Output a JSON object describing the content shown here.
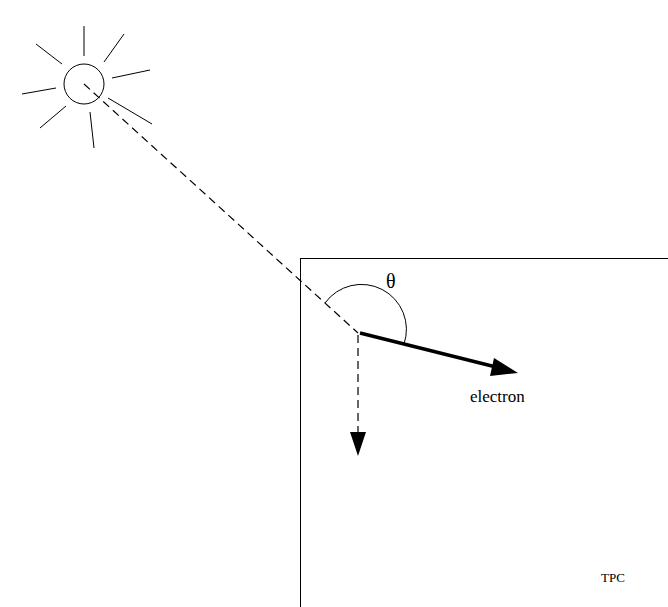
{
  "diagram": {
    "nodes": [
      {
        "text": [
          "TPC"
        ]
      }
    ],
    "labels": [
      "θ",
      "electron"
    ]
  }
}
